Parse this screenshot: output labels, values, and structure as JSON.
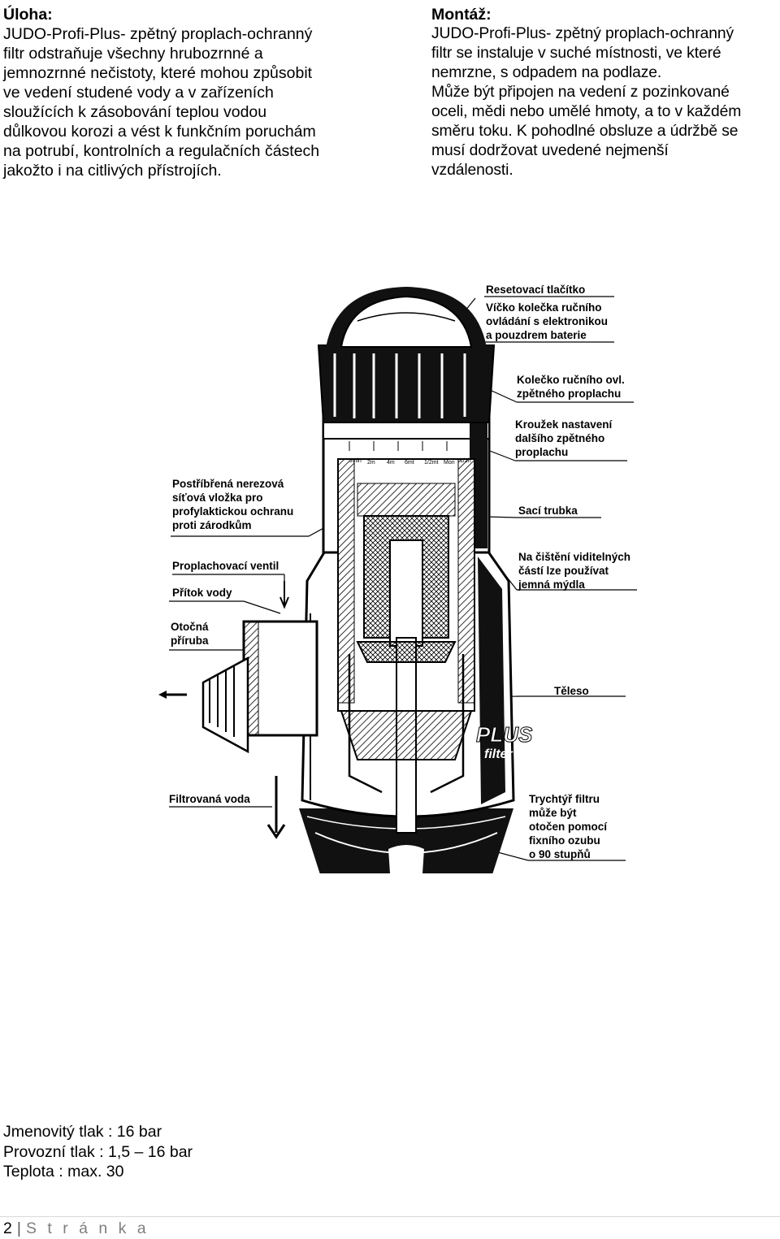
{
  "left": {
    "heading": "Úloha:",
    "lines": [
      "JUDO-Profi-Plus- zpětný proplach-ochranný",
      "filtr odstraňuje všechny hrubozrnné a",
      "jemnozrnné nečistoty, které mohou způsobit",
      "ve vedení studené vody a v zařízeních",
      "sloužících k zásobování teplou vodou",
      "důlkovou korozi a vést k funkčním poruchám",
      "na potrubí, kontrolních a regulačních částech",
      "jakožto i na citlivých přístrojích."
    ]
  },
  "right": {
    "heading": "Montáž:",
    "lines": [
      "JUDO-Profi-Plus- zpětný proplach-ochranný",
      "filtr se instaluje v suché místnosti, ve které",
      "nemrzne, s odpadem na podlaze.",
      "Může být připojen na vedení z pozinkované",
      "oceli, mědi nebo umělé hmoty, a to v každém",
      "směru toku. K pohodlné obsluze a údržbě se",
      "musí dodržovat uvedené nejmenší",
      "vzdálenosti."
    ]
  },
  "figure": {
    "callouts": {
      "reset": "Resetovací tlačítko",
      "cap": [
        "Víčko kolečka ručního",
        "ovládání s elektronikou",
        "a pouzdrem baterie"
      ],
      "wheel": [
        "Kolečko ručního ovl.",
        "zpětného proplachu"
      ],
      "ring": [
        "Kroužek nastavení",
        "dalšího zpětného",
        "proplachu"
      ],
      "suction": "Sací trubka",
      "cleaning": [
        "Na čištění viditelných",
        "částí lze používat",
        "jemná mýdla"
      ],
      "body": "Těleso",
      "funnel": [
        "Trychtýř filtru",
        "může být",
        "otočen pomocí",
        "fixního ozubu",
        "o 90 stupňů"
      ],
      "insert": [
        "Postříbřená nerezová",
        "síťová vložka pro",
        "profylaktickou ochranu",
        "proti zárodkům"
      ],
      "flush_valve": "Proplachovací ventil",
      "inflow": "Přítok vody",
      "flange": [
        "Otočná",
        "příruba"
      ],
      "filtered": "Filtrovaná voda"
    },
    "brand": [
      "PLUS",
      "filter"
    ],
    "scale_marks": [
      "Jmin",
      "2m",
      "4m",
      "6mt",
      "1/2mt",
      "Mon",
      "1/2h"
    ]
  },
  "specs": [
    "Jmenovitý tlak : 16 bar",
    "Provozní tlak : 1,5 – 16 bar",
    "Teplota : max. 30"
  ],
  "footer": {
    "page_number": "2",
    "separator": "|",
    "word": "S t r á n k a"
  }
}
